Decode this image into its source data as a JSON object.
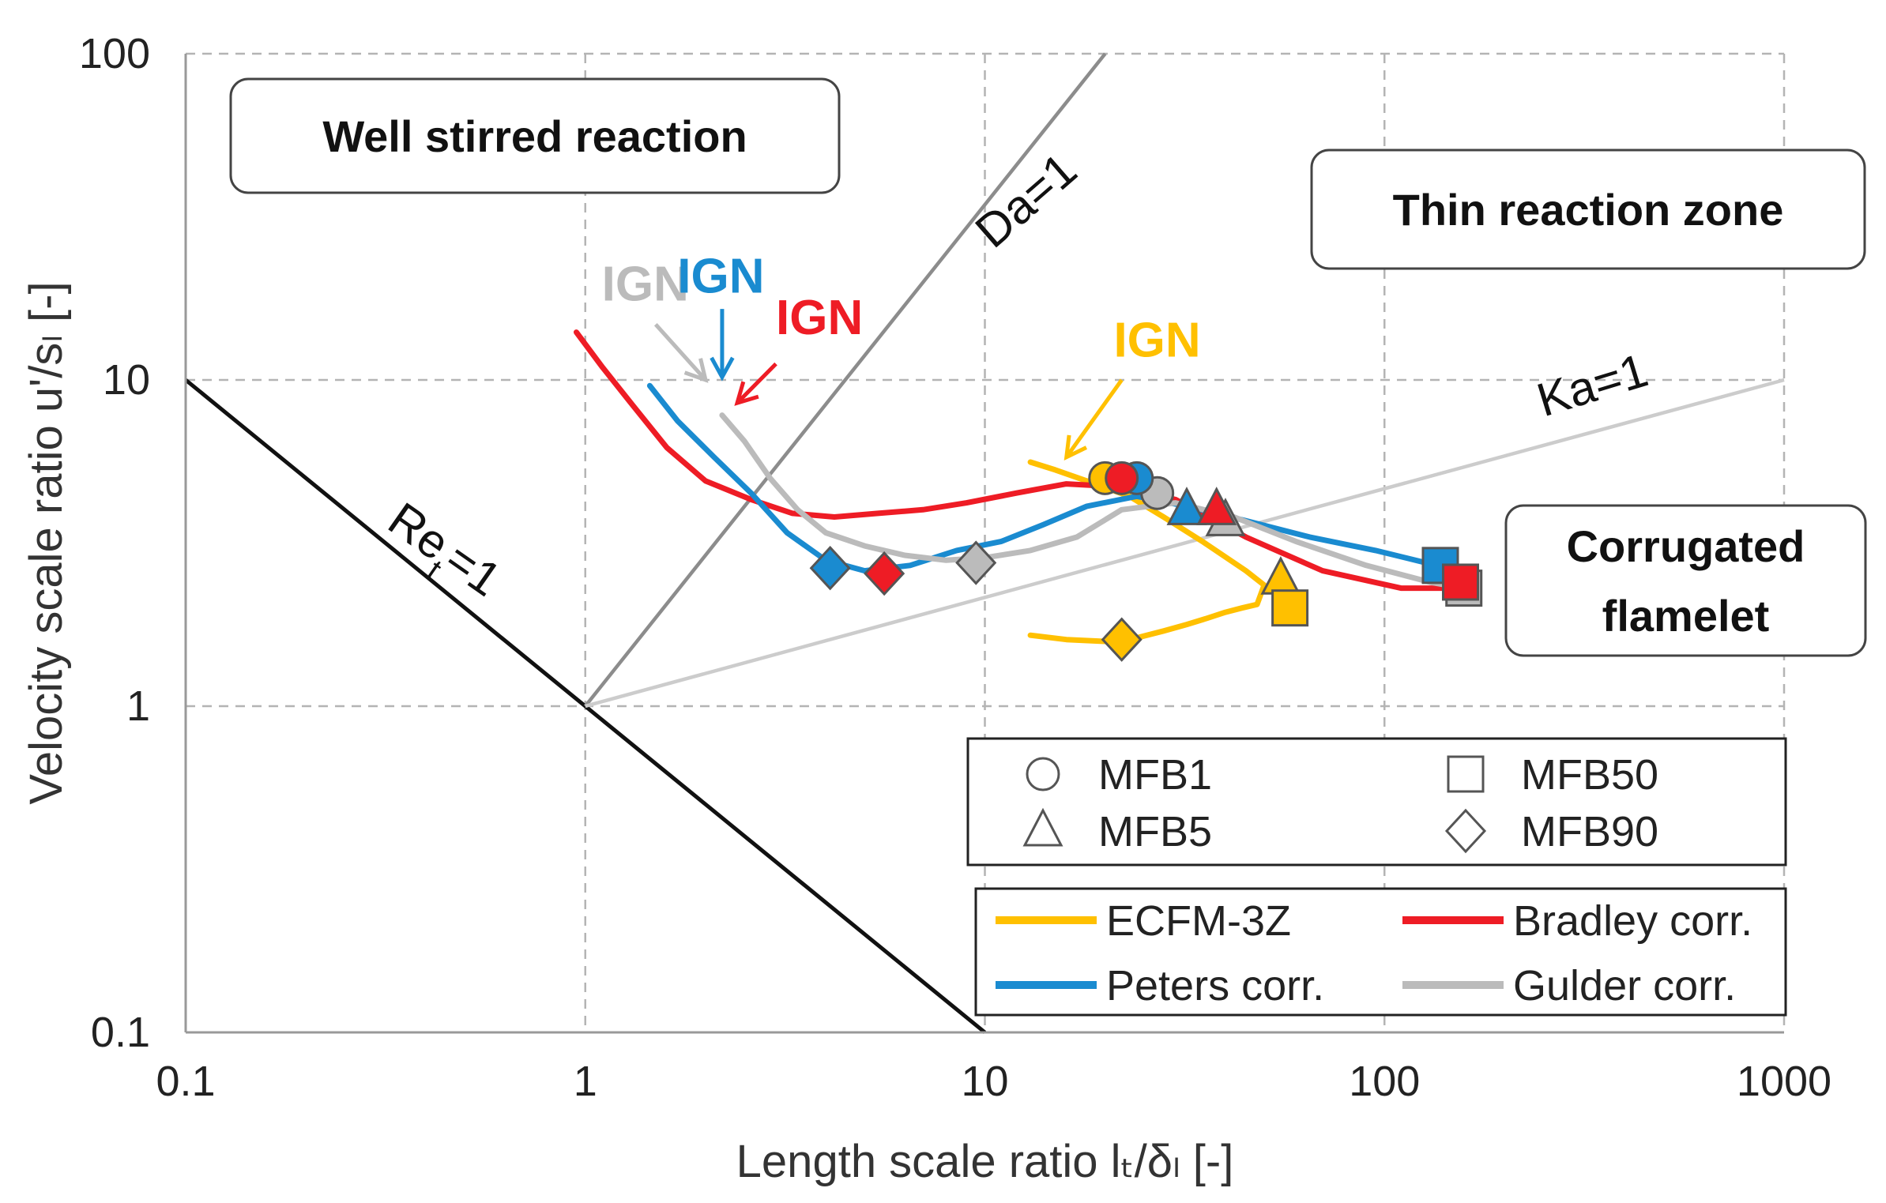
{
  "chart_data": {
    "type": "line",
    "title": "",
    "xlabel": "Length scale ratio lₜ/δₗ [-]",
    "ylabel": "Velocity scale ratio u'/sₗ [-]",
    "xscale": "log",
    "yscale": "log",
    "xlim": [
      0.1,
      1000
    ],
    "ylim": [
      0.1,
      100
    ],
    "x_ticks": [
      "0.1",
      "1",
      "10",
      "100",
      "1000"
    ],
    "y_ticks": [
      "0.1",
      "1",
      "10",
      "100"
    ],
    "grid": true,
    "regions": [
      {
        "text": "Well stirred reaction"
      },
      {
        "text": "Thin reaction zone"
      },
      {
        "text": "Corrugated flamelet"
      }
    ],
    "reference_lines": [
      {
        "name": "Re_t=1",
        "label": "Re",
        "sub": "t",
        "tail": "=1",
        "x": [
          0.1,
          10
        ],
        "y": [
          10,
          0.1
        ],
        "color": "#111111"
      },
      {
        "name": "Da=1",
        "label": "Da=1",
        "x": [
          1,
          20
        ],
        "y": [
          1,
          100
        ],
        "color": "#8c8c8c"
      },
      {
        "name": "Ka=1",
        "label": "Ka=1",
        "x": [
          1,
          1000
        ],
        "y": [
          1,
          10
        ],
        "color": "#cccccc"
      }
    ],
    "series": [
      {
        "name": "ECFM-3Z",
        "color": "#FFC000",
        "x": [
          13,
          16,
          20,
          24,
          28,
          32,
          36,
          40,
          44,
          48,
          50,
          45,
          35,
          28,
          23,
          18,
          15,
          13
        ],
        "y": [
          1.65,
          1.6,
          1.58,
          1.62,
          1.7,
          1.78,
          1.86,
          1.94,
          2.0,
          2.05,
          2.35,
          2.6,
          3.2,
          3.8,
          4.4,
          4.9,
          5.3,
          5.6
        ],
        "markers": {
          "MFB1": [
            20,
            5.0
          ],
          "MFB5": [
            55,
            2.45
          ],
          "MFB50": [
            58,
            2.0
          ],
          "MFB90": [
            22,
            1.6
          ]
        }
      },
      {
        "name": "Bradley corr.",
        "color": "#EE1C25",
        "x": [
          0.95,
          1.1,
          1.3,
          1.6,
          2.0,
          2.6,
          3.3,
          4.2,
          5.4,
          7,
          9,
          12,
          16,
          22,
          30,
          45,
          70,
          110,
          150
        ],
        "y": [
          14,
          11,
          8.5,
          6.2,
          4.9,
          4.3,
          3.9,
          3.8,
          3.9,
          4.0,
          4.2,
          4.5,
          4.8,
          4.7,
          4.3,
          3.3,
          2.6,
          2.3,
          2.3
        ],
        "markers": {
          "MFB1": [
            22,
            5.0
          ],
          "MFB5": [
            38,
            4.0
          ],
          "MFB50": [
            155,
            2.4
          ],
          "MFB90": [
            5.6,
            2.55
          ]
        }
      },
      {
        "name": "Peters corr.",
        "color": "#1A8BD0",
        "x": [
          1.45,
          1.7,
          2.1,
          2.6,
          3.2,
          4.0,
          5.0,
          6.5,
          8.5,
          11,
          14,
          18,
          24,
          32,
          45,
          65,
          95,
          135
        ],
        "y": [
          9.6,
          7.5,
          5.8,
          4.5,
          3.4,
          2.8,
          2.6,
          2.7,
          3.0,
          3.2,
          3.6,
          4.1,
          4.4,
          4.1,
          3.7,
          3.3,
          3.0,
          2.7
        ],
        "markers": {
          "MFB1": [
            24,
            5.0
          ],
          "MFB5": [
            32,
            4.0
          ],
          "MFB50": [
            138,
            2.7
          ],
          "MFB90": [
            4.1,
            2.65
          ]
        }
      },
      {
        "name": "Gulder corr.",
        "color": "#BBBBBB",
        "x": [
          2.2,
          2.5,
          2.9,
          3.4,
          4.0,
          5.0,
          6.3,
          8,
          10,
          13,
          17,
          22,
          30,
          42,
          60,
          90,
          130,
          158
        ],
        "y": [
          7.8,
          6.5,
          5.0,
          4.0,
          3.4,
          3.1,
          2.9,
          2.8,
          2.85,
          3.0,
          3.3,
          4.0,
          4.2,
          3.8,
          3.2,
          2.7,
          2.4,
          2.3
        ],
        "markers": {
          "MFB1": [
            27,
            4.5
          ],
          "MFB5": [
            40,
            3.7
          ],
          "MFB50": [
            158,
            2.3
          ],
          "MFB90": [
            9.5,
            2.75
          ]
        }
      }
    ],
    "ign_labels": [
      {
        "text": "IGN",
        "series": "Gulder corr.",
        "color": "#BBBBBB"
      },
      {
        "text": "IGN",
        "series": "Peters corr.",
        "color": "#1A8BD0"
      },
      {
        "text": "IGN",
        "series": "Bradley corr.",
        "color": "#EE1C25"
      },
      {
        "text": "IGN",
        "series": "ECFM-3Z",
        "color": "#FFC000"
      }
    ],
    "marker_legend": [
      {
        "label": "MFB1",
        "shape": "circle"
      },
      {
        "label": "MFB50",
        "shape": "square"
      },
      {
        "label": "MFB5",
        "shape": "triangle"
      },
      {
        "label": "MFB90",
        "shape": "diamond"
      }
    ],
    "line_legend": [
      {
        "label": "ECFM-3Z",
        "color": "#FFC000"
      },
      {
        "label": "Bradley corr.",
        "color": "#EE1C25"
      },
      {
        "label": "Peters corr.",
        "color": "#1A8BD0"
      },
      {
        "label": "Gulder corr.",
        "color": "#BBBBBB"
      }
    ]
  }
}
